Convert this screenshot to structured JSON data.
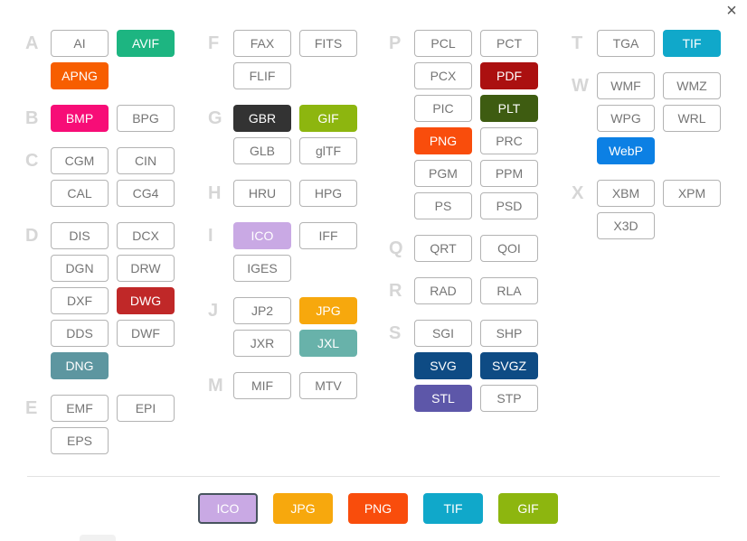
{
  "dialog": {
    "close_glyph": "×"
  },
  "colors": {
    "letter": "#d6d6d6",
    "plain_border": "#b3b3b3",
    "plain_text": "#757575",
    "divider": "#e2e2e2",
    "selected_border": "#47545e",
    "close": "#555555"
  },
  "columns": [
    {
      "groups": [
        {
          "letter": "A",
          "formats": [
            {
              "label": "AI"
            },
            {
              "label": "AVIF",
              "bg": "#1db581"
            },
            {
              "label": "APNG",
              "bg": "#f75e00"
            }
          ]
        },
        {
          "letter": "B",
          "formats": [
            {
              "label": "BMP",
              "bg": "#f70d77"
            },
            {
              "label": "BPG"
            }
          ]
        },
        {
          "letter": "C",
          "formats": [
            {
              "label": "CGM"
            },
            {
              "label": "CIN"
            },
            {
              "label": "CAL"
            },
            {
              "label": "CG4"
            }
          ]
        },
        {
          "letter": "D",
          "formats": [
            {
              "label": "DIS"
            },
            {
              "label": "DCX"
            },
            {
              "label": "DGN"
            },
            {
              "label": "DRW"
            },
            {
              "label": "DXF"
            },
            {
              "label": "DWG",
              "bg": "#c02828"
            },
            {
              "label": "DDS"
            },
            {
              "label": "DWF"
            },
            {
              "label": "DNG",
              "bg": "#5d96a0"
            }
          ]
        },
        {
          "letter": "E",
          "formats": [
            {
              "label": "EMF"
            },
            {
              "label": "EPI"
            },
            {
              "label": "EPS"
            }
          ]
        }
      ]
    },
    {
      "groups": [
        {
          "letter": "F",
          "formats": [
            {
              "label": "FAX"
            },
            {
              "label": "FITS"
            },
            {
              "label": "FLIF"
            }
          ]
        },
        {
          "letter": "G",
          "formats": [
            {
              "label": "GBR",
              "bg": "#333333"
            },
            {
              "label": "GIF",
              "bg": "#8db60f"
            },
            {
              "label": "GLB"
            },
            {
              "label": "glTF"
            }
          ]
        },
        {
          "letter": "H",
          "formats": [
            {
              "label": "HRU"
            },
            {
              "label": "HPG"
            }
          ]
        },
        {
          "letter": "I",
          "formats": [
            {
              "label": "ICO",
              "bg": "#c9a9e4"
            },
            {
              "label": "IFF"
            },
            {
              "label": "IGES"
            }
          ]
        },
        {
          "letter": "J",
          "formats": [
            {
              "label": "JP2"
            },
            {
              "label": "JPG",
              "bg": "#f7a80d"
            },
            {
              "label": "JXR"
            },
            {
              "label": "JXL",
              "bg": "#68b2aa"
            }
          ]
        },
        {
          "letter": "M",
          "formats": [
            {
              "label": "MIF"
            },
            {
              "label": "MTV"
            }
          ]
        }
      ]
    },
    {
      "groups": [
        {
          "letter": "P",
          "formats": [
            {
              "label": "PCL"
            },
            {
              "label": "PCT"
            },
            {
              "label": "PCX"
            },
            {
              "label": "PDF",
              "bg": "#ab1010"
            },
            {
              "label": "PIC"
            },
            {
              "label": "PLT",
              "bg": "#3e5c11"
            },
            {
              "label": "PNG",
              "bg": "#f94d0c"
            },
            {
              "label": "PRC"
            },
            {
              "label": "PGM"
            },
            {
              "label": "PPM"
            },
            {
              "label": "PS"
            },
            {
              "label": "PSD"
            }
          ]
        },
        {
          "letter": "Q",
          "formats": [
            {
              "label": "QRT"
            },
            {
              "label": "QOI"
            }
          ]
        },
        {
          "letter": "R",
          "formats": [
            {
              "label": "RAD"
            },
            {
              "label": "RLA"
            }
          ]
        },
        {
          "letter": "S",
          "formats": [
            {
              "label": "SGI"
            },
            {
              "label": "SHP"
            },
            {
              "label": "SVG",
              "bg": "#0e4b84"
            },
            {
              "label": "SVGZ",
              "bg": "#0e4b84"
            },
            {
              "label": "STL",
              "bg": "#5d57a9"
            },
            {
              "label": "STP"
            }
          ]
        }
      ]
    },
    {
      "groups": [
        {
          "letter": "T",
          "formats": [
            {
              "label": "TGA"
            },
            {
              "label": "TIF",
              "bg": "#10a8ca"
            }
          ]
        },
        {
          "letter": "W",
          "formats": [
            {
              "label": "WMF"
            },
            {
              "label": "WMZ"
            },
            {
              "label": "WPG"
            },
            {
              "label": "WRL"
            },
            {
              "label": "WebP",
              "bg": "#0c80e4"
            }
          ]
        },
        {
          "letter": "X",
          "formats": [
            {
              "label": "XBM"
            },
            {
              "label": "XPM"
            },
            {
              "label": "X3D"
            }
          ]
        }
      ]
    }
  ],
  "footer": {
    "buttons": [
      {
        "label": "ICO",
        "bg": "#c9a9e4",
        "selected": true
      },
      {
        "label": "JPG",
        "bg": "#f7a80d",
        "selected": false
      },
      {
        "label": "PNG",
        "bg": "#f94d0c",
        "selected": false
      },
      {
        "label": "TIF",
        "bg": "#10a8ca",
        "selected": false
      },
      {
        "label": "GIF",
        "bg": "#8db60f",
        "selected": false
      }
    ]
  }
}
